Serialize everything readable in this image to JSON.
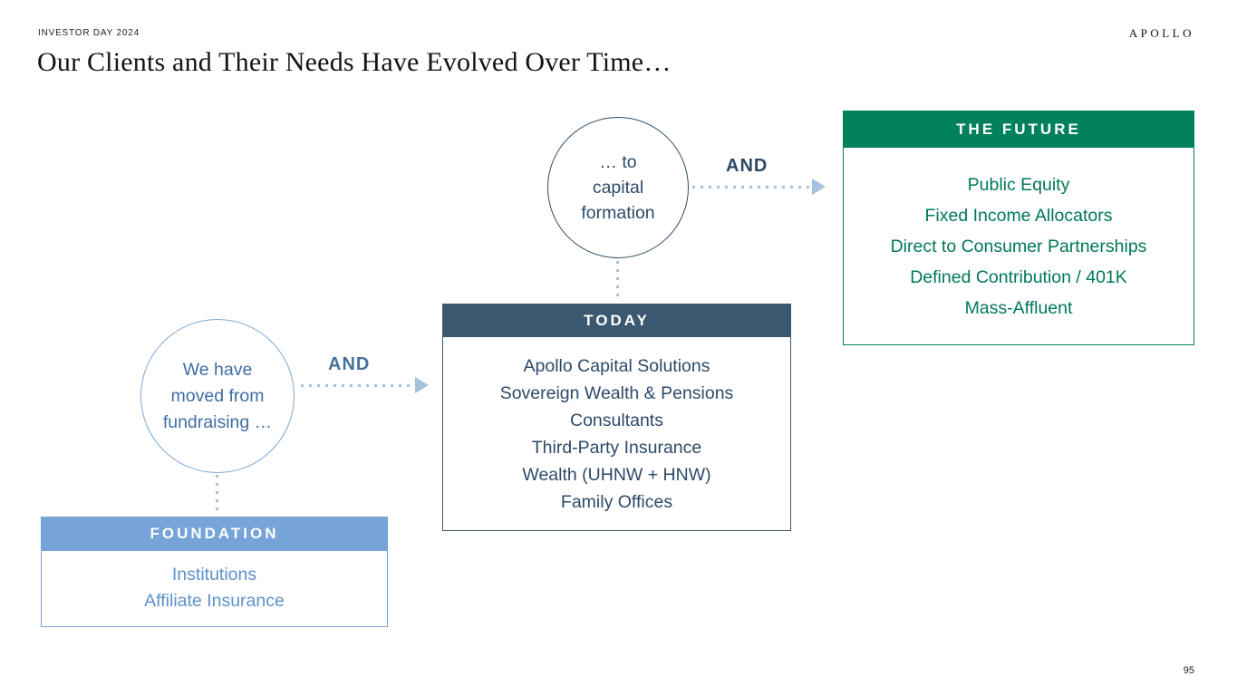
{
  "header": {
    "eyebrow": "INVESTOR DAY 2024",
    "logo": "APOLLO",
    "title": "Our Clients and Their Needs Have Evolved Over Time…"
  },
  "footer": {
    "page_number": "95"
  },
  "colors": {
    "foundation_blue": "#76a3d8",
    "today_navy": "#3b5870",
    "future_green": "#00815c",
    "arrow_blue": "#a3c2de"
  },
  "flow": {
    "circle_fundraising": {
      "lines": [
        "We have",
        "moved from",
        "fundraising …"
      ]
    },
    "circle_capital": {
      "lines": [
        "… to",
        "capital",
        "formation"
      ]
    },
    "and_label_1": "AND",
    "and_label_2": "AND"
  },
  "boxes": {
    "foundation": {
      "header": "FOUNDATION",
      "items": [
        "Institutions",
        "Affiliate Insurance"
      ]
    },
    "today": {
      "header": "TODAY",
      "items": [
        "Apollo Capital Solutions",
        "Sovereign Wealth & Pensions",
        "Consultants",
        "Third-Party Insurance",
        "Wealth (UHNW + HNW)",
        "Family Offices"
      ]
    },
    "future": {
      "header": "THE FUTURE",
      "items": [
        "Public Equity",
        "Fixed Income Allocators",
        "Direct to Consumer Partnerships",
        "Defined Contribution / 401K",
        "Mass-Affluent"
      ]
    }
  }
}
